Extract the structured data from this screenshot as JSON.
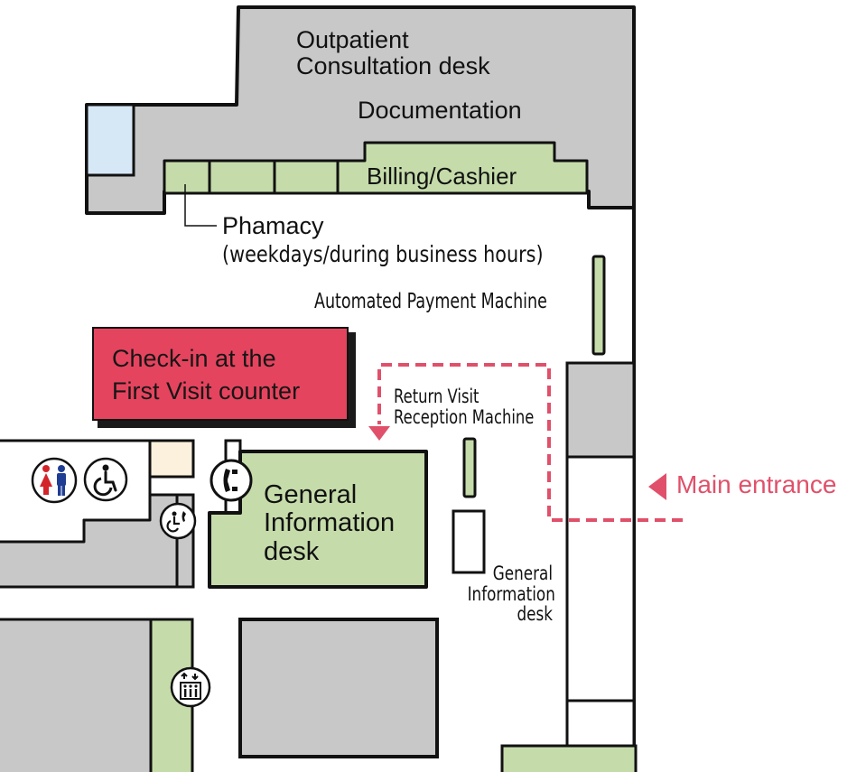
{
  "labels": {
    "outpatient": [
      "Outpatient",
      "Consultation desk"
    ],
    "documentation": "Documentation",
    "billing": "Billing/Cashier",
    "pharmacy": "Phamacy",
    "pharmacy_hours": "(weekdays/during business hours)",
    "payment_machine": "Automated Payment Machine",
    "checkin": [
      "Check-in at the",
      "First Visit  counter"
    ],
    "return_visit": [
      "Return Visit",
      "Reception Machine"
    ],
    "general_info_main": [
      "General",
      "Information",
      "desk"
    ],
    "general_info_small": [
      "General",
      "Information",
      "desk"
    ],
    "main_entrance": "Main entrance"
  },
  "icons": [
    "restroom-icon",
    "wheelchair-icon",
    "phone-icon",
    "accessible-phone-icon",
    "elevator-icon"
  ],
  "colors": {
    "room_gray": "#c8c8c8",
    "desk_green": "#c5dcaa",
    "checkin_red": "#e5445e",
    "route_red": "#e0506a",
    "water_blue": "#d6e7f6",
    "beige": "#fcf1dc",
    "outline": "#111111",
    "restroom_female": "#d3242a",
    "restroom_male": "#1f3d93"
  }
}
